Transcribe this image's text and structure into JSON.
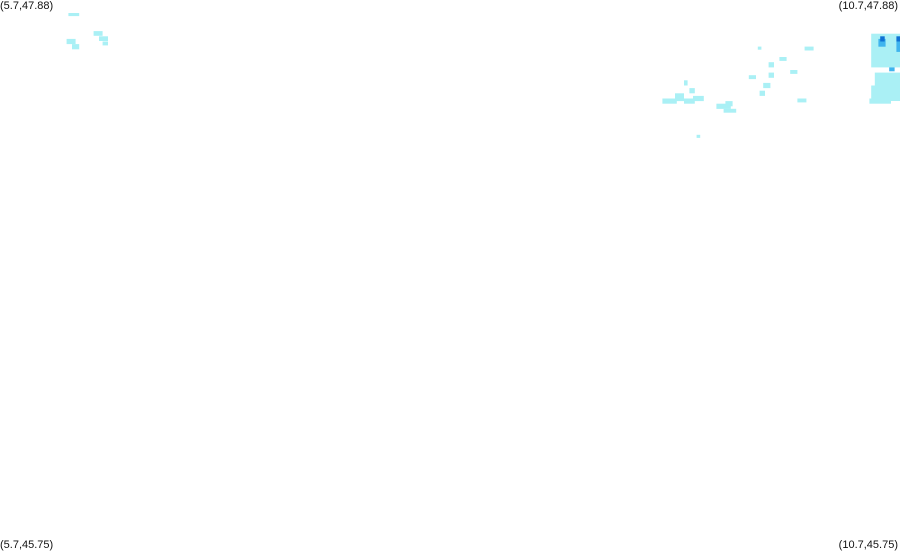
{
  "map": {
    "bounds": {
      "lon_min": 5.7,
      "lon_max": 10.7,
      "lat_min": 45.75,
      "lat_max": 47.88
    },
    "corners": {
      "top_left": "(5.7,47.88)",
      "top_right": "(10.7,47.88)",
      "bottom_left": "(5.7,45.75)",
      "bottom_right": "(10.7,45.75)"
    },
    "palette": {
      "low": "#aaf0f5",
      "medium": "#3fb4ee",
      "high": "#0e72d4"
    },
    "precip_cells": [
      {
        "lon": 6.08,
        "lat": 47.83,
        "w": 0.06,
        "h": 0.012,
        "level": "low"
      },
      {
        "lon": 6.07,
        "lat": 47.73,
        "w": 0.05,
        "h": 0.02,
        "level": "low"
      },
      {
        "lon": 6.1,
        "lat": 47.71,
        "w": 0.04,
        "h": 0.02,
        "level": "low"
      },
      {
        "lon": 6.22,
        "lat": 47.76,
        "w": 0.05,
        "h": 0.018,
        "level": "low"
      },
      {
        "lon": 6.25,
        "lat": 47.74,
        "w": 0.05,
        "h": 0.018,
        "level": "low"
      },
      {
        "lon": 6.27,
        "lat": 47.72,
        "w": 0.03,
        "h": 0.015,
        "level": "low"
      },
      {
        "lon": 9.38,
        "lat": 47.5,
        "w": 0.08,
        "h": 0.02,
        "level": "low"
      },
      {
        "lon": 9.45,
        "lat": 47.52,
        "w": 0.05,
        "h": 0.03,
        "level": "low"
      },
      {
        "lon": 9.5,
        "lat": 47.5,
        "w": 0.06,
        "h": 0.02,
        "level": "low"
      },
      {
        "lon": 9.55,
        "lat": 47.51,
        "w": 0.06,
        "h": 0.02,
        "level": "low"
      },
      {
        "lon": 9.53,
        "lat": 47.54,
        "w": 0.03,
        "h": 0.02,
        "level": "low"
      },
      {
        "lon": 9.5,
        "lat": 47.57,
        "w": 0.02,
        "h": 0.02,
        "level": "low"
      },
      {
        "lon": 9.68,
        "lat": 47.48,
        "w": 0.08,
        "h": 0.02,
        "level": "low"
      },
      {
        "lon": 9.73,
        "lat": 47.49,
        "w": 0.04,
        "h": 0.02,
        "level": "low"
      },
      {
        "lon": 9.72,
        "lat": 47.46,
        "w": 0.07,
        "h": 0.015,
        "level": "low"
      },
      {
        "lon": 9.86,
        "lat": 47.59,
        "w": 0.04,
        "h": 0.015,
        "level": "low"
      },
      {
        "lon": 9.91,
        "lat": 47.7,
        "w": 0.02,
        "h": 0.012,
        "level": "low"
      },
      {
        "lon": 9.97,
        "lat": 47.64,
        "w": 0.03,
        "h": 0.02,
        "level": "low"
      },
      {
        "lon": 9.97,
        "lat": 47.6,
        "w": 0.03,
        "h": 0.02,
        "level": "low"
      },
      {
        "lon": 9.94,
        "lat": 47.56,
        "w": 0.04,
        "h": 0.02,
        "level": "low"
      },
      {
        "lon": 9.92,
        "lat": 47.53,
        "w": 0.03,
        "h": 0.02,
        "level": "low"
      },
      {
        "lon": 10.03,
        "lat": 47.66,
        "w": 0.04,
        "h": 0.015,
        "level": "low"
      },
      {
        "lon": 10.09,
        "lat": 47.61,
        "w": 0.04,
        "h": 0.015,
        "level": "low"
      },
      {
        "lon": 10.17,
        "lat": 47.7,
        "w": 0.05,
        "h": 0.015,
        "level": "low"
      },
      {
        "lon": 10.13,
        "lat": 47.5,
        "w": 0.05,
        "h": 0.015,
        "level": "low"
      },
      {
        "lon": 9.57,
        "lat": 47.36,
        "w": 0.02,
        "h": 0.012,
        "level": "low"
      },
      {
        "lon": 10.54,
        "lat": 47.75,
        "w": 0.16,
        "h": 0.13,
        "level": "low"
      },
      {
        "lon": 10.56,
        "lat": 47.6,
        "w": 0.14,
        "h": 0.06,
        "level": "low"
      },
      {
        "lon": 10.54,
        "lat": 47.55,
        "w": 0.16,
        "h": 0.06,
        "level": "low"
      },
      {
        "lon": 10.53,
        "lat": 47.5,
        "w": 0.12,
        "h": 0.02,
        "level": "low"
      },
      {
        "lon": 10.6,
        "lat": 47.69,
        "w": 0.1,
        "h": 0.02,
        "level": "low"
      },
      {
        "lon": 10.58,
        "lat": 47.73,
        "w": 0.04,
        "h": 0.03,
        "level": "medium"
      },
      {
        "lon": 10.68,
        "lat": 47.72,
        "w": 0.02,
        "h": 0.04,
        "level": "medium"
      },
      {
        "lon": 10.64,
        "lat": 47.62,
        "w": 0.03,
        "h": 0.015,
        "level": "medium"
      },
      {
        "lon": 10.59,
        "lat": 47.74,
        "w": 0.025,
        "h": 0.02,
        "level": "high"
      },
      {
        "lon": 10.68,
        "lat": 47.74,
        "w": 0.02,
        "h": 0.02,
        "level": "high"
      }
    ]
  }
}
